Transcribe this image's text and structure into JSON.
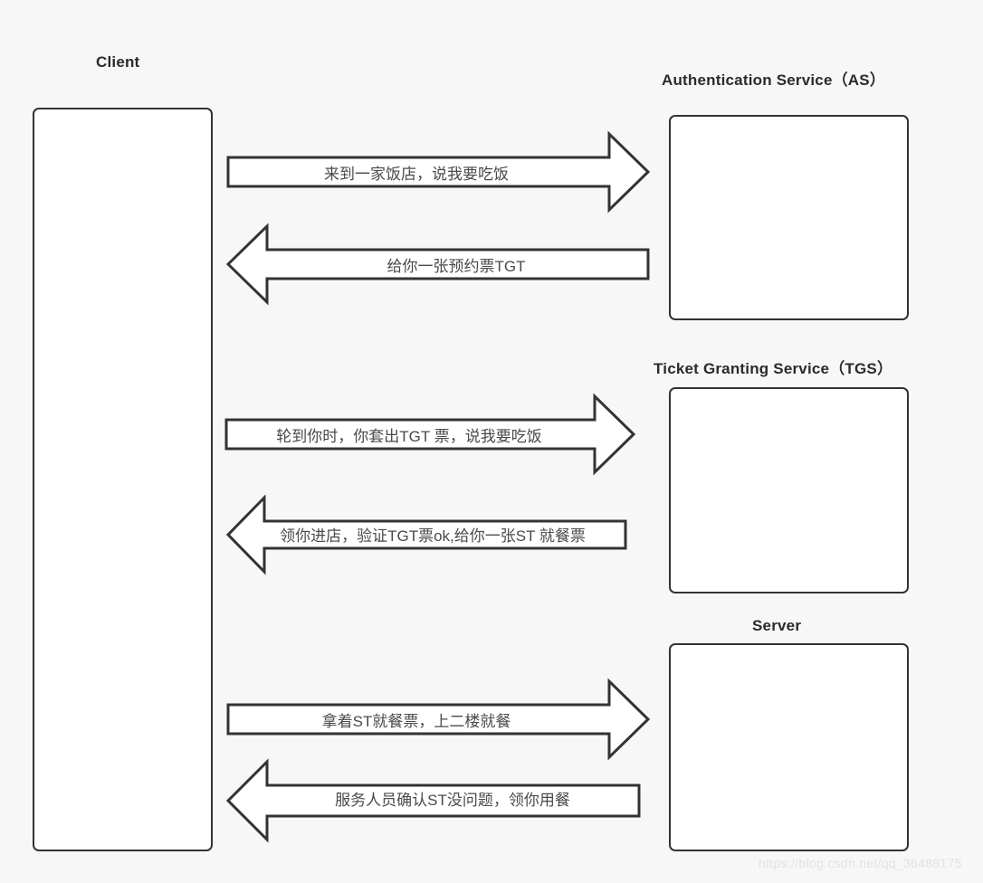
{
  "diagram": {
    "title_bar": "",
    "background_color": "#f7f7f7",
    "stroke_color": "#333333",
    "nodes": [
      {
        "id": "client",
        "label": "Client"
      },
      {
        "id": "as",
        "label": "Authentication Service（AS）"
      },
      {
        "id": "tgs",
        "label": "Ticket Granting Service（TGS）"
      },
      {
        "id": "server",
        "label": "Server"
      }
    ],
    "messages": [
      {
        "index": 1,
        "direction": "right",
        "from": "client",
        "to": "as",
        "label": "来到一家饭店，说我要吃饭"
      },
      {
        "index": 2,
        "direction": "left",
        "from": "as",
        "to": "client",
        "label": "给你一张预约票TGT"
      },
      {
        "index": 3,
        "direction": "right",
        "from": "client",
        "to": "tgs",
        "label": "轮到你时，你套出TGT 票，说我要吃饭"
      },
      {
        "index": 4,
        "direction": "left",
        "from": "tgs",
        "to": "client",
        "label": "领你进店，验证TGT票ok,给你一张ST 就餐票"
      },
      {
        "index": 5,
        "direction": "right",
        "from": "client",
        "to": "server",
        "label": "拿着ST就餐票，上二楼就餐"
      },
      {
        "index": 6,
        "direction": "left",
        "from": "server",
        "to": "client",
        "label": "服务人员确认ST没问题，领你用餐"
      }
    ],
    "watermark": "https://blog.csdn.net/qq_36488175"
  }
}
